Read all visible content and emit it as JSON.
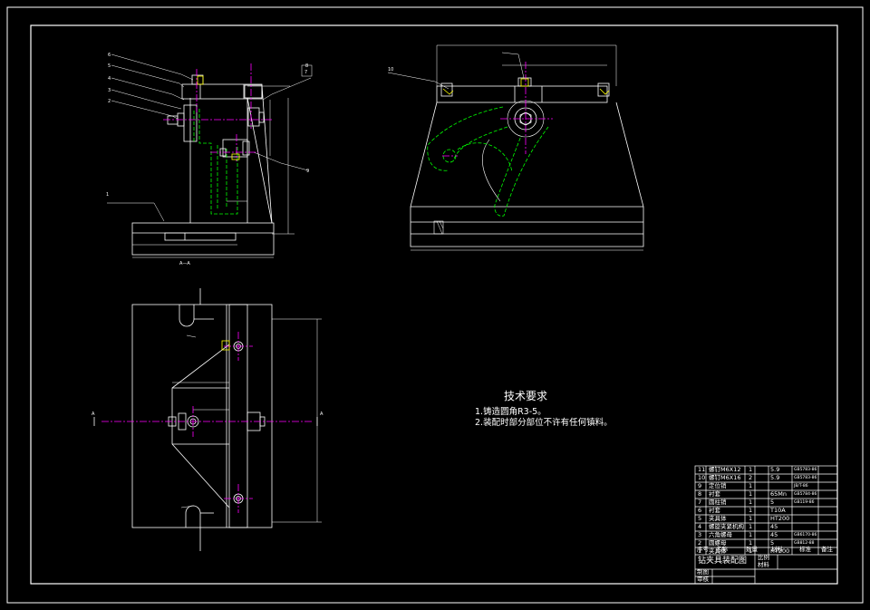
{
  "technical_requirements": {
    "title": "技术要求",
    "lines": [
      "1.铸造圆角R3-5。",
      "2.装配时部分部位不许有任何镇料。"
    ]
  },
  "section_label": "A—A",
  "section_marks": [
    "A",
    "A"
  ],
  "part_callouts": [
    "6",
    "5",
    "4",
    "3",
    "2",
    "1",
    "7",
    "8",
    "9",
    "10"
  ],
  "bom": {
    "rows": [
      {
        "no": "11",
        "name": "螺钉M6X12",
        "qty": "1",
        "material": "5.9",
        "std": "GB5783-86"
      },
      {
        "no": "10",
        "name": "螺钉M6X16",
        "qty": "2",
        "material": "5.9",
        "std": "GB5783-86"
      },
      {
        "no": "9",
        "name": "定位销",
        "qty": "1",
        "material": "",
        "std": "JB/T-86"
      },
      {
        "no": "8",
        "name": "衬套",
        "qty": "1",
        "material": "65Mn",
        "std": "GB5784-86"
      },
      {
        "no": "7",
        "name": "圆柱销",
        "qty": "1",
        "material": "5",
        "std": "GB119-86"
      },
      {
        "no": "6",
        "name": "衬套",
        "qty": "1",
        "material": "T10A",
        "std": ""
      },
      {
        "no": "5",
        "name": "夹具体",
        "qty": "1",
        "material": "HT200",
        "std": ""
      },
      {
        "no": "4",
        "name": "螺旋夹紧机构",
        "qty": "1",
        "material": "45",
        "std": ""
      },
      {
        "no": "3",
        "name": "六角螺母",
        "qty": "1",
        "material": "45",
        "std": "GB6170-86"
      },
      {
        "no": "2",
        "name": "圆螺母",
        "qty": "1",
        "material": "5",
        "std": "GB812-88"
      },
      {
        "no": "1",
        "name": "夹具体",
        "qty": "1",
        "material": "HT200",
        "std": ""
      }
    ],
    "headers": {
      "no": "序号",
      "name": "名称",
      "qty": "数量",
      "material": "材料",
      "std": "标准",
      "note": "备注"
    },
    "title": "钻夹具装配图",
    "cells": {
      "scale": "比例",
      "material": "材料",
      "draw": "制图",
      "check": "审核"
    }
  },
  "colors": {
    "line": "#ffffff",
    "centerline": "#ff00ff",
    "hidden": "#00ff00",
    "highlight": "#ffff00"
  }
}
